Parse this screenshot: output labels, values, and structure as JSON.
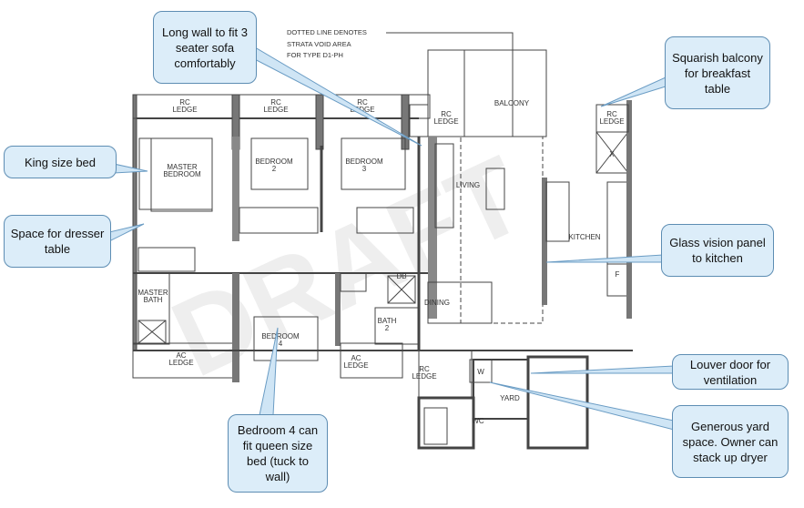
{
  "note": {
    "line1": "DOTTED LINE DENOTES",
    "line2": "STRATA VOID AREA",
    "line3": "FOR TYPE D1-PH"
  },
  "rooms": {
    "rc_ledge": [
      "RC",
      "LEDGE"
    ],
    "balcony": "BALCONY",
    "master_bedroom": [
      "MASTER",
      "BEDROOM"
    ],
    "bedroom2": [
      "BEDROOM",
      "2"
    ],
    "bedroom3": [
      "BEDROOM",
      "3"
    ],
    "living": "LIVING",
    "kitchen": "KITCHEN",
    "master_bath": [
      "MASTER",
      "BATH"
    ],
    "dining": "DINING",
    "bath2": [
      "BATH",
      "2"
    ],
    "bedroom4": [
      "BEDROOM",
      "4"
    ],
    "ac_ledge": [
      "AC",
      "LEDGE"
    ],
    "db": "DB",
    "w": "W",
    "yard": "YARD",
    "wc": "WC",
    "f": "F",
    "x": "X"
  },
  "watermark": "DRAFT",
  "callouts": {
    "sofa": "Long wall to fit 3 seater sofa comfortably",
    "king_bed": "King size bed",
    "dresser": "Space for dresser table",
    "balcony": "Squarish balcony for breakfast table",
    "glass_panel": "Glass vision panel to kitchen",
    "louver": "Louver door for ventilation",
    "yard": "Generous yard space. Owner can stack up dryer",
    "bedroom4": "Bedroom 4 can fit queen size bed (tuck to wall)"
  }
}
